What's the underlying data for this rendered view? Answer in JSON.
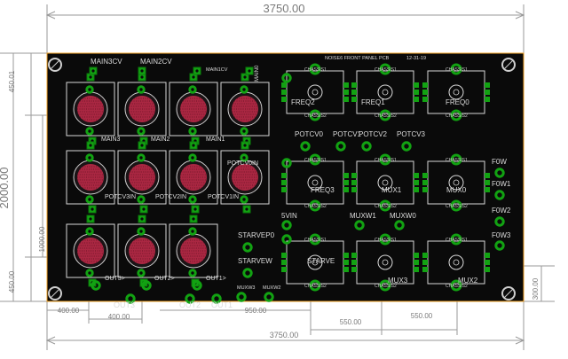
{
  "colors": {
    "board": "#0a0a0a",
    "outline": "#f2a021",
    "silk": "#d8d8d8",
    "pad": "#12a212",
    "pad_dark": "#0b6e0b",
    "jack": "#c42a4a",
    "dimension": "#8a8a8a"
  },
  "dimensions": {
    "top_width": "3750.00",
    "bottom_width": "3750.00",
    "height": "2000.00",
    "left_top": "450.01",
    "left_mid": "1000.00",
    "left_bottom": "450.00",
    "right_bottom": "300.00",
    "bottom_400a": "400.00",
    "bottom_400b": "400.00",
    "bottom_950": "950.00",
    "bottom_550a": "550.00",
    "bottom_550b": "550.00"
  },
  "board": {
    "title": "NOISE6 FRONT PANEL PCB",
    "date": "12-31-19"
  },
  "labels": {
    "main3cv": "MAIN3CV",
    "main2cv": "MAIN2CV",
    "main1cv": "MAIN1CV",
    "main0": "MAIN0",
    "main3": "MAIN3",
    "main2": "MAIN2",
    "main1": "MAIN1",
    "potcv0in": "POTCV0IN",
    "potcv3in": "POTCV3IN",
    "potcv2in": "POTCV2IN",
    "potcv1in": "POTCV1IN",
    "out3a": "OUT3>",
    "out2a": "OUT2>",
    "out1a": "OUT1>",
    "out3": "OUT3",
    "out2": "OUT2",
    "out1": "OUT1",
    "freq2": "FREQ2",
    "freq1": "FREQ1",
    "freq0": "FREQ0",
    "freq3": "FREQ3",
    "mux1": "MUX1",
    "mux0": "MUX0",
    "mux3": "MUX3",
    "mux2": "MUX2",
    "starve": "STARVE",
    "potcv0": "POTCV0",
    "potcv1": "POTCV1",
    "potcv2": "POTCV2",
    "potcv3": "POTCV3",
    "fow": "F0W",
    "fow1": "F0W1",
    "fow2": "F0W2",
    "fow3": "F0W3",
    "vin5": "5VIN",
    "muxw1": "MUXW1",
    "muxw0": "MUXW0",
    "starvep0": "STARVEP0",
    "starvew": "STARVEW",
    "muxw3": "MUXW3",
    "muxw2": "MUXW2",
    "chassis": "CHASSIS1",
    "chassis2": "CHASSIS2"
  }
}
